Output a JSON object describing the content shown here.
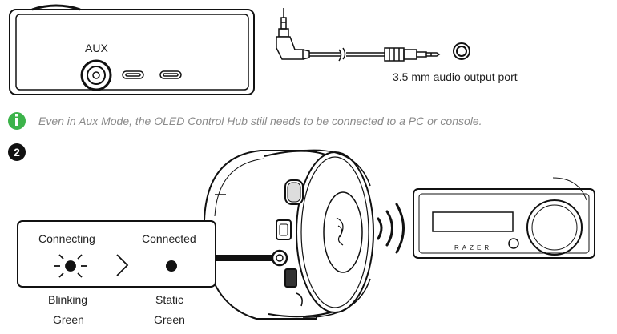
{
  "hub_port_label": "AUX",
  "port_caption": "3.5 mm audio output port",
  "note": {
    "icon": "info-icon",
    "color": "#3cb34a",
    "text": "Even in Aux Mode, the OLED Control Hub still needs to be connected to a PC or console."
  },
  "step_number": "2",
  "status_panel": {
    "connecting_label": "Connecting",
    "connected_label": "Connected",
    "blinking_label": "Blinking",
    "static_label": "Static",
    "green_label": "Green",
    "arrow_icon": "chevron-right-icon"
  },
  "hub_brand": "RAZER"
}
